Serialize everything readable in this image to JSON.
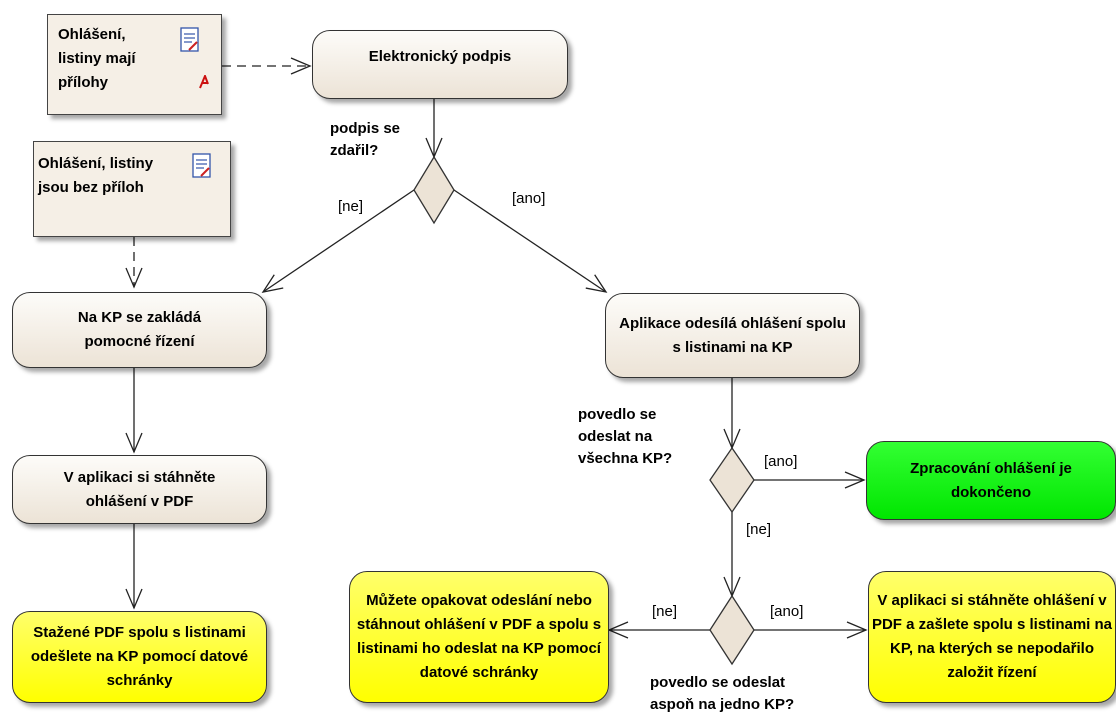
{
  "notes": {
    "with_attachments": "Ohlášení, listiny mají přílohy",
    "without_attachments": "Ohlášení, listiny jsou bez příloh"
  },
  "nodes": {
    "signature": "Elektronický podpis",
    "aux_proceeding": "Na KP se zakládá pomocné řízení",
    "download_pdf": "V aplikaci si stáhněte ohlášení v PDF",
    "send_pdf": "Stažené PDF spolu s listinami odešlete na KP pomocí datové schránky",
    "app_sends": "Aplikace odesílá ohlášení spolu s listinami na KP",
    "completed": "Zpracování ohlášení je dokončeno",
    "retry": "Můžete opakovat odeslání nebo stáhnout ohlášení v PDF a spolu s listinami ho odeslat na KP pomocí datové schránky",
    "download_failed": "V aplikaci si stáhněte ohlášení v PDF a zašlete spolu s listinami na KP, na kterých se nepodařilo založit řízení"
  },
  "decisions": {
    "signature_ok": "podpis se zdařil?",
    "sent_all": "povedlo se odeslat na všechna KP?",
    "sent_one": "povedlo se odeslat aspoň na jedno KP?"
  },
  "guards": {
    "d1_no": "[ne]",
    "d1_yes": "[ano]",
    "d2_yes": "[ano]",
    "d2_no": "[ne]",
    "d3_no": "[ne]",
    "d3_yes": "[ano]"
  },
  "colors": {
    "activity_fill": "#ece3d6",
    "final_ok": "#00e600",
    "final_manual": "#ffff00",
    "note_fill": "#f5efe6"
  }
}
